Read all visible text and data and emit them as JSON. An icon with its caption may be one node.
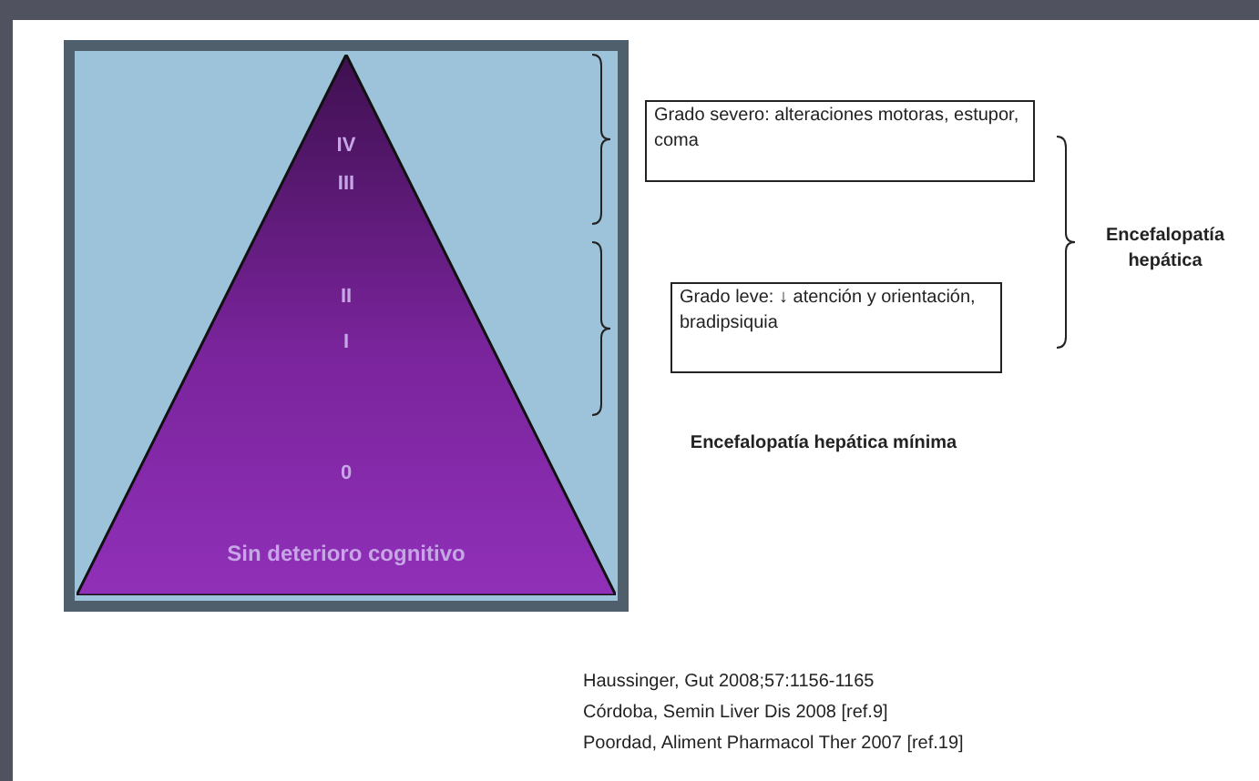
{
  "diagram": {
    "nodes": [
      {
        "text": [
          "IV",
          "III",
          "II",
          "I",
          "0",
          "Sin deterioro cognitivo"
        ]
      },
      {
        "text": [
          "Grado severo: alteraciones motoras, estupor, coma"
        ]
      },
      {
        "text": [
          "Grado leve: ↓ atención y orientación, bradipsiquia"
        ]
      }
    ],
    "labels": [
      "Encefalopatía hepática",
      "Encefalopatía hepática mínima",
      "Haussinger, Gut 2008;57:1156-1165",
      "Córdoba, Semin Liver Dis 2008 [ref.9]",
      "Poordad, Aliment Pharmacol Ther 2007 [ref.19]"
    ]
  }
}
